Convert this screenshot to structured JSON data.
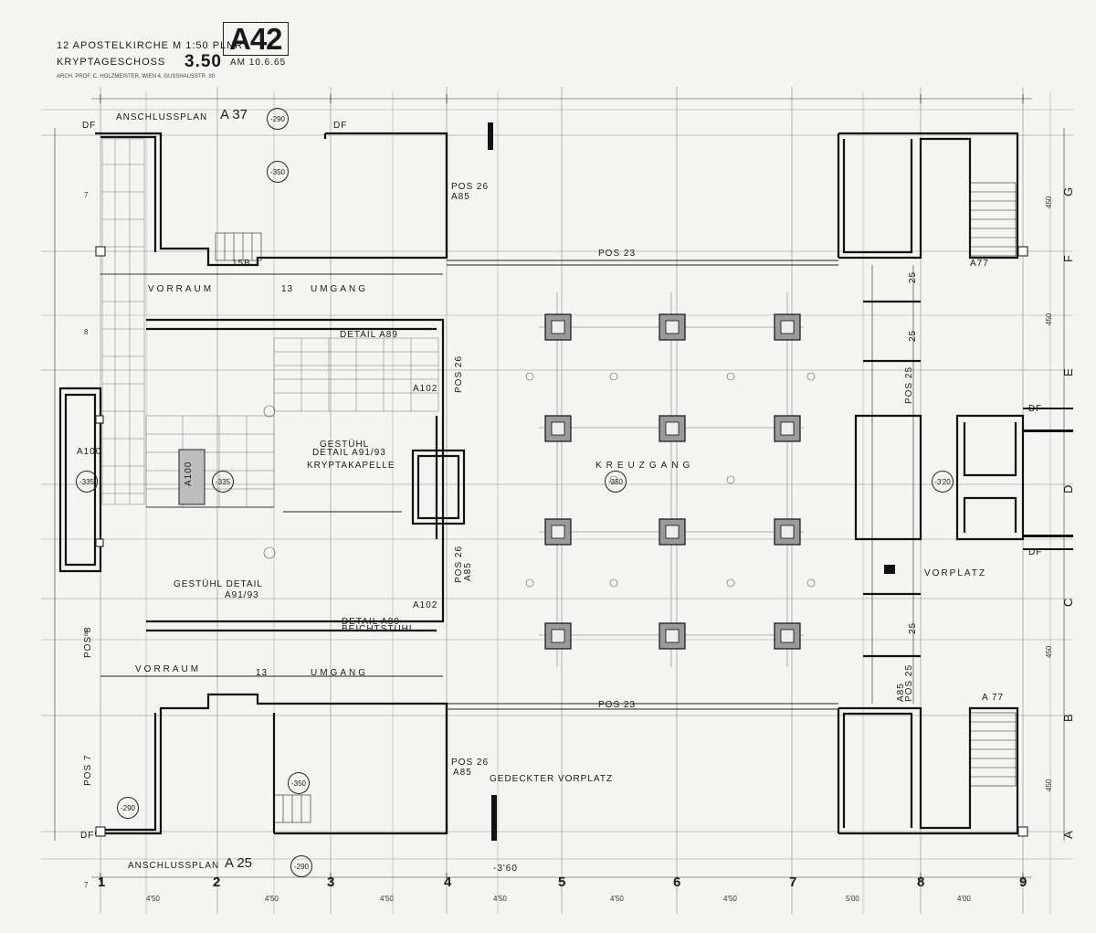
{
  "header": {
    "line1": "12 APOSTELKIRCHE M 1:50 PLNR",
    "stamp": "A42",
    "line2": "KRYPTAGESCHOSS",
    "level": "3.50",
    "date": "AM 10.6.65",
    "line3": "ARCH. PROF. C. HOLZMEISTER, WIEN 4, GUSSHAUSSTR. 30"
  },
  "plans": {
    "top_label": "ANSCHLUSSPLAN",
    "top_ref": "A 37",
    "bottom_label": "ANSCHLUSSPLAN",
    "bottom_ref": "A 25"
  },
  "levels": {
    "l290": "-290",
    "l350": "-350",
    "l335": "-335",
    "l320": "-3'20",
    "l360": "-3'60"
  },
  "rooms": {
    "vorraum": "VORRAUM",
    "umgang": "UMGANG",
    "kryptakapelle": "KRYPTAKAPELLE",
    "gestuehl": "GESTÜHL",
    "gestuehl_detail": "DETAIL A91/93",
    "gestuehl_detail2": "GESTÜHL DETAIL",
    "gestuehl_detail2b": "A91/93",
    "kreuzgang": "KREUZGANG",
    "vorplatz": "VORPLATZ",
    "gedeckter_vorplatz": "GEDECKTER VORPLATZ",
    "beichtstuhl": "BEICHTSTUHL"
  },
  "refs": {
    "detail_a89": "DETAIL A89",
    "detail_a89b": "DETAIL A89",
    "a102": "A102",
    "a102b": "A102",
    "a100": "A100",
    "a100b": "A100",
    "pos26": "POS 26",
    "a85": "A85",
    "pos26b": "POS 26",
    "a85b": "A85",
    "pos26c": "POS 26",
    "pos26d": "POS 26",
    "a85c": "A85",
    "pos23": "POS 23",
    "pos23b": "POS 23",
    "pos25": "POS 25",
    "pos25b": "POS 25",
    "a85d": "A85",
    "pos8": "POS 8",
    "pos7": "POS 7",
    "a77": "A77",
    "a77b": "A 77",
    "n15b": "15B",
    "n13": "13",
    "n13b": "13",
    "df": "DF",
    "n25": "25",
    "n25b": "25",
    "n25c": "25"
  },
  "axes": {
    "numbers": [
      "1",
      "2",
      "3",
      "4",
      "5",
      "6",
      "7",
      "8",
      "9"
    ],
    "letters": [
      "G",
      "F",
      "E",
      "D",
      "C",
      "B",
      "A"
    ],
    "spacings": [
      "4'50",
      "4'50",
      "4'50",
      "4'50",
      "4'50",
      "4'50",
      "5'00",
      "4'00"
    ],
    "right_dims": [
      "450",
      "450",
      "450",
      "450"
    ],
    "left_dims": [
      "7",
      "8",
      "8",
      "7"
    ]
  }
}
